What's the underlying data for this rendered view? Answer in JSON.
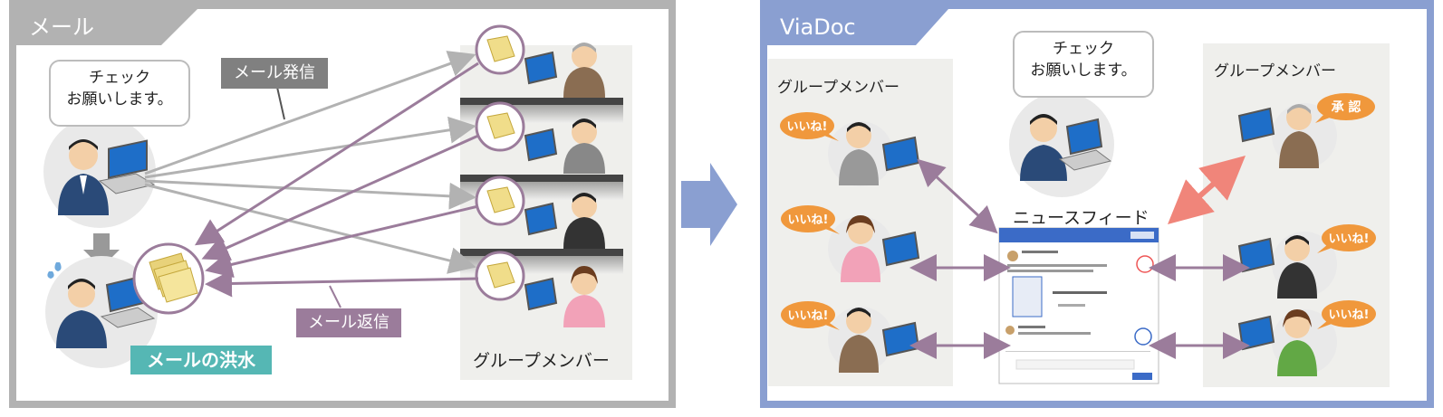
{
  "mail": {
    "tab": "メール",
    "bubble_line1": "チェック",
    "bubble_line2": "お願いします。",
    "send_label": "メール発信",
    "reply_label": "メール返信",
    "flood_label": "メールの洪水",
    "group_label": "グループメンバー"
  },
  "viadoc": {
    "tab": "ViaDoc",
    "bubble_line1": "チェック",
    "bubble_line2": "お願いします。",
    "group_left": "グループメンバー",
    "group_right": "グループメンバー",
    "newsfeed": "ニュースフィード",
    "like": "いいね!",
    "approve": "承 認"
  },
  "colors": {
    "gray": "#b2b2b2",
    "blue": "#8a9fd1",
    "plum": "#9b7c9b",
    "teal": "#55b7b4",
    "orange": "#f0983c",
    "salmon": "#f0857a"
  }
}
